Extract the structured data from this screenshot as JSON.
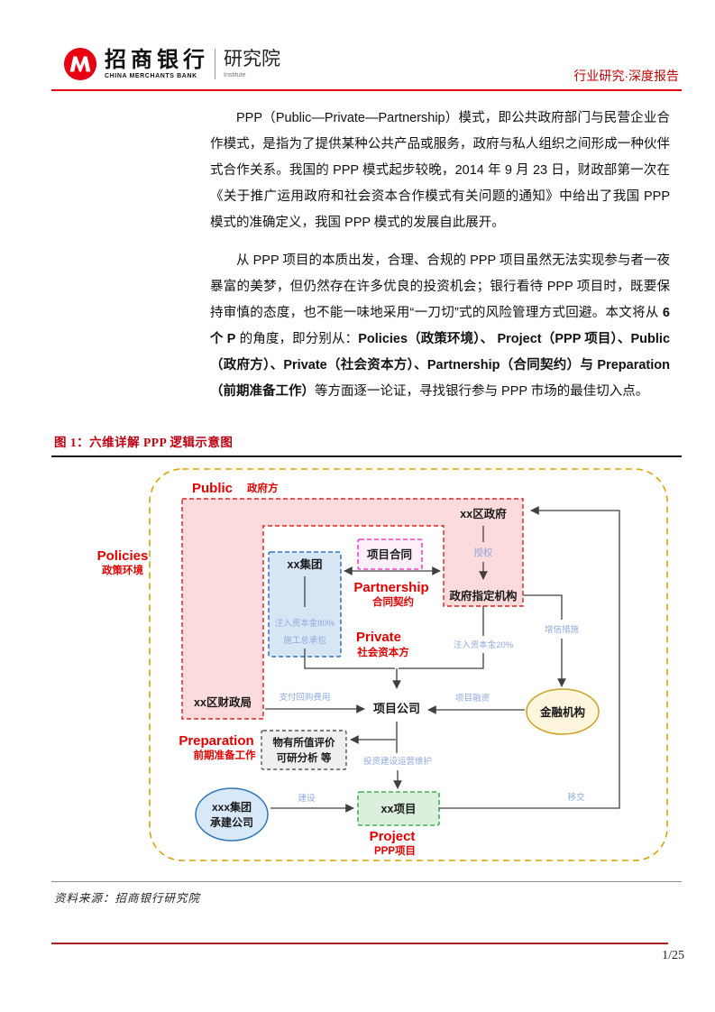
{
  "header": {
    "logo": {
      "bank_cn": "招商银行",
      "bank_en": "CHINA MERCHANTS BANK",
      "institute_cn": "研究院",
      "institute_en": "Institute"
    },
    "report_type": "行业研究·深度报告"
  },
  "body": {
    "para1": "PPP（Public—Private—Partnership）模式，即公共政府部门与民营企业合作模式，是指为了提供某种公共产品或服务，政府与私人组织之间形成一种伙伴式合作关系。我国的 PPP 模式起步较晚，2014 年 9 月 23 日，财政部第一次在《关于推广运用政府和社会资本合作模式有关问题的通知》中给出了我国 PPP 模式的准确定义，我国 PPP 模式的发展自此展开。",
    "para2_seg1": "从 PPP 项目的本质出发，合理、合规的 PPP 项目虽然无法实现参与者一夜暴富的美梦，但仍然存在许多优良的投资机会；银行看待 PPP 项目时，既要保持审慎的态度，也不能一味地采用“一刀切”式的风险管理方式回避。本文将从 ",
    "para2_seg2_bold": "6 个 P",
    "para2_seg3": " 的角度，即分别从：",
    "para2_seg4_bold": "Policies（政策环境）、 Project（PPP 项目）、Public（政府方）、Private（社会资本方）、Partnership（合同契约）与 Preparation（前期准备工作）",
    "para2_seg5": "等方面逐一论证，寻找银行参与 PPP 市场的最佳切入点。"
  },
  "figure": {
    "title": "图 1：六维详解 PPP 逻辑示意图",
    "source": "资料来源：招商银行研究院",
    "diagram": {
      "labels": {
        "policies_en": "Policies",
        "policies_cn": "政策环境",
        "public_en": "Public",
        "public_cn": "政府方",
        "partnership_en": "Partnership",
        "partnership_cn": "合同契约",
        "private_en": "Private",
        "private_cn": "社会资本方",
        "preparation_en": "Preparation",
        "preparation_cn": "前期准备工作",
        "project_en": "Project",
        "project_cn": "PPP项目"
      },
      "nodes": {
        "district_govt": "xx区政府",
        "designated_agency": "政府指定机构",
        "project_contract": "项目合同",
        "group": "xx集团",
        "finance_bureau": "xx区财政局",
        "project_company": "项目公司",
        "financial_institution": "金融机构",
        "vfm_line1": "物有所值评价",
        "vfm_line2": "可研分析 等",
        "contractor_line1": "xxx集团",
        "contractor_line2": "承建公司",
        "project_box": "xx项目"
      },
      "edges": {
        "authorize": "授权",
        "inject80": "注入资本金80%",
        "epc": "施工总承包",
        "inject20": "注入资本金20%",
        "repurchase": "支付回购费用",
        "financing": "项目融资",
        "credit_enhance": "增信措施",
        "invest_build": "投资建设运营维护",
        "build": "建设",
        "transfer": "移交"
      }
    }
  },
  "footer": {
    "page_number": "1/25"
  },
  "colors": {
    "brand_red": "#E60012",
    "accent_red": "#C00000",
    "figure_title_red": "#BE0010",
    "diagram_red": "#E00000",
    "policies_dash_gold": "#D9A300",
    "public_pink_fill": "#FBDBDB",
    "public_dash_red": "#E02020",
    "group_blue_fill": "#D7E6F5",
    "group_dash_blue": "#2E75B6",
    "contract_dash_magenta": "#EE3ECC",
    "project_green_fill": "#DCEFDC",
    "project_dash_green": "#3CB054",
    "finance_fill_cream": "#FDF5DC",
    "finance_border_gold": "#C9A227",
    "edge_label_blue": "#8FAADC",
    "line_gray": "#404040"
  }
}
